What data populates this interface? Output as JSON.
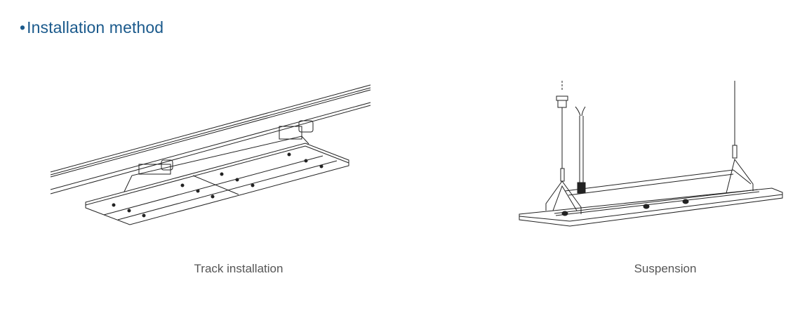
{
  "title": {
    "bullet": "•",
    "text": "Installation method"
  },
  "figures": [
    {
      "id": "track",
      "caption": "Track installation",
      "icon": "track-mounted-luminaire-drawing"
    },
    {
      "id": "suspension",
      "caption": "Suspension",
      "icon": "suspended-luminaire-drawing"
    }
  ],
  "colors": {
    "title": "#1b5a8c",
    "caption": "#555555",
    "line": "#222222"
  }
}
